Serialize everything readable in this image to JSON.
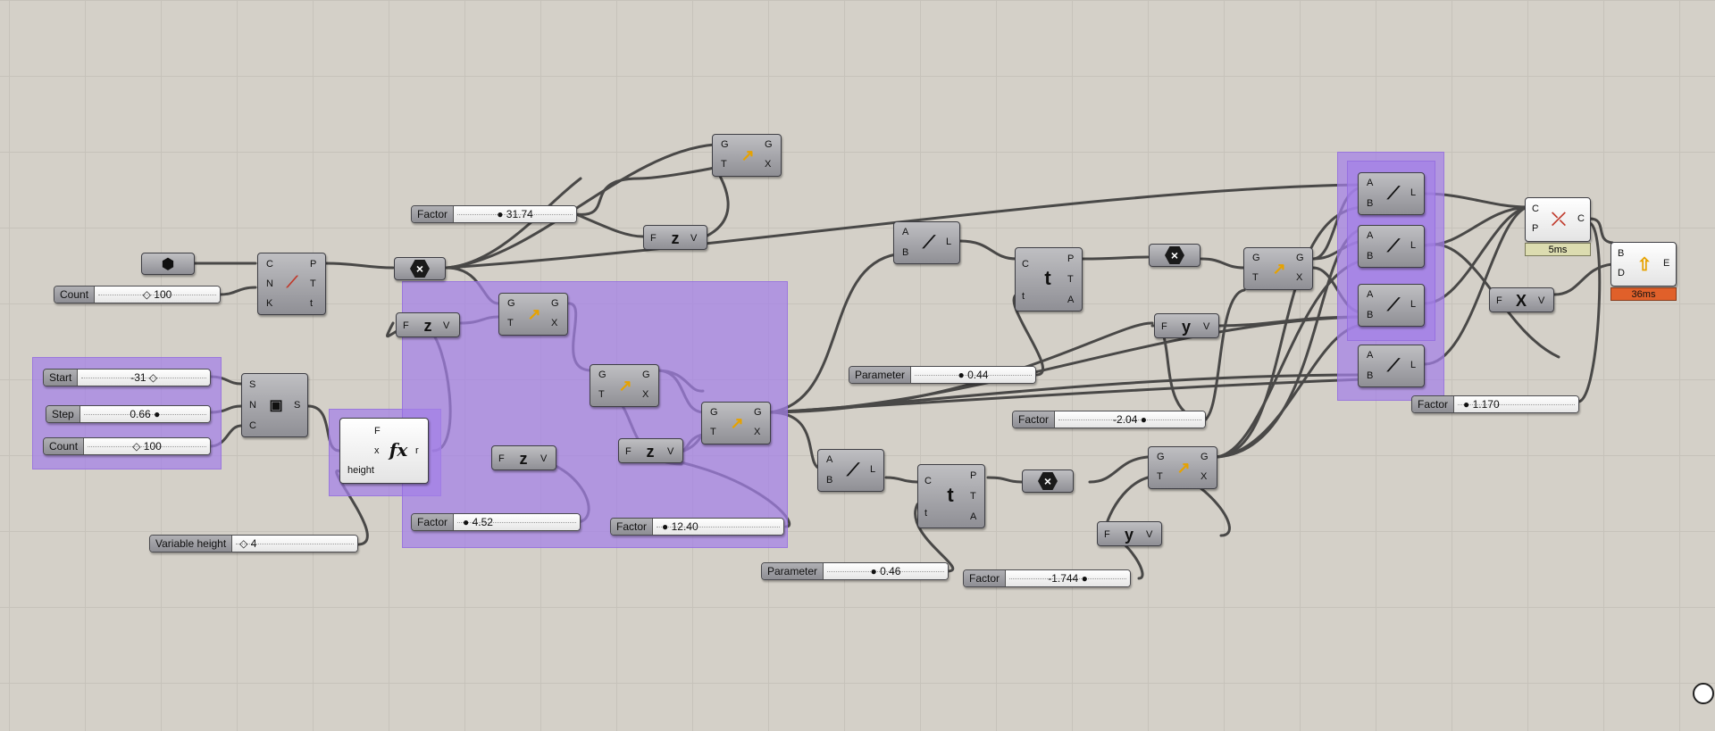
{
  "canvas": {
    "background": "#d4d0c8",
    "group_color": "#a380e8",
    "timer_warn_color": "#e0602a",
    "timer_ok_color": "#dcdcb0"
  },
  "sliders": {
    "count_top": {
      "label": "Count",
      "value": "◇ 100"
    },
    "factor_top": {
      "label": "Factor",
      "value": "● 31.74"
    },
    "start": {
      "label": "Start",
      "value": "-31 ◇"
    },
    "step": {
      "label": "Step",
      "value": "0.66 ●"
    },
    "count_series": {
      "label": "Count",
      "value": "◇ 100"
    },
    "variable_height": {
      "label": "Variable height",
      "value": "◇ 4"
    },
    "factor_a": {
      "label": "Factor",
      "value": "● 4.52"
    },
    "factor_b": {
      "label": "Factor",
      "value": "● 12.40"
    },
    "parameter_a": {
      "label": "Parameter",
      "value": "● 0.44"
    },
    "factor_c": {
      "label": "Factor",
      "value": "-2.04 ●"
    },
    "parameter_b": {
      "label": "Parameter",
      "value": "● 0.46"
    },
    "factor_d": {
      "label": "Factor",
      "value": "-1.744 ●"
    },
    "factor_e": {
      "label": "Factor",
      "value": "● 1.170"
    }
  },
  "components": {
    "curve_in": {
      "icon": "curve-param-icon"
    },
    "divide": {
      "inputs": [
        "C",
        "N",
        "K"
      ],
      "outputs": [
        "P",
        "T",
        "t"
      ]
    },
    "series": {
      "inputs": [
        "S",
        "N",
        "C"
      ],
      "outputs": [
        "S"
      ]
    },
    "expression": {
      "inputs": [
        "F",
        "x",
        "height"
      ],
      "outputs": [
        "r"
      ],
      "symbol": "fx"
    },
    "move_top": {
      "inputs": [
        "G",
        "T"
      ],
      "outputs": [
        "G",
        "X"
      ]
    },
    "unitz_top": {
      "inputs": [
        "F"
      ],
      "outputs": [
        "V"
      ],
      "symbol": "z"
    },
    "unitz_mid": {
      "inputs": [
        "F"
      ],
      "outputs": [
        "V"
      ],
      "symbol": "z"
    },
    "move_a": {
      "inputs": [
        "G",
        "T"
      ],
      "outputs": [
        "G",
        "X"
      ]
    },
    "move_b": {
      "inputs": [
        "G",
        "T"
      ],
      "outputs": [
        "G",
        "X"
      ]
    },
    "move_c": {
      "inputs": [
        "G",
        "T"
      ],
      "outputs": [
        "G",
        "X"
      ]
    },
    "unitz_a": {
      "inputs": [
        "F"
      ],
      "outputs": [
        "V"
      ],
      "symbol": "z"
    },
    "unitz_b": {
      "inputs": [
        "F"
      ],
      "outputs": [
        "V"
      ],
      "symbol": "z"
    },
    "line_a": {
      "inputs": [
        "A",
        "B"
      ],
      "outputs": [
        "L"
      ]
    },
    "line_b": {
      "inputs": [
        "A",
        "B"
      ],
      "outputs": [
        "L"
      ]
    },
    "eval_a": {
      "inputs": [
        "C",
        "t"
      ],
      "outputs": [
        "P",
        "T",
        "A"
      ],
      "symbol": "t"
    },
    "eval_b": {
      "inputs": [
        "C",
        "t"
      ],
      "outputs": [
        "P",
        "T",
        "A"
      ],
      "symbol": "t"
    },
    "move_d": {
      "inputs": [
        "G",
        "T"
      ],
      "outputs": [
        "G",
        "X"
      ]
    },
    "move_e": {
      "inputs": [
        "G",
        "T"
      ],
      "outputs": [
        "G",
        "X"
      ]
    },
    "unity_a": {
      "inputs": [
        "F"
      ],
      "outputs": [
        "V"
      ],
      "symbol": "y"
    },
    "unity_b": {
      "inputs": [
        "F"
      ],
      "outputs": [
        "V"
      ],
      "symbol": "y"
    },
    "line_c": {
      "inputs": [
        "A",
        "B"
      ],
      "outputs": [
        "L"
      ]
    },
    "line_d": {
      "inputs": [
        "A",
        "B"
      ],
      "outputs": [
        "L"
      ]
    },
    "line_e": {
      "inputs": [
        "A",
        "B"
      ],
      "outputs": [
        "L"
      ]
    },
    "line_f": {
      "inputs": [
        "A",
        "B"
      ],
      "outputs": [
        "L"
      ]
    },
    "loft": {
      "inputs": [
        "C",
        "P"
      ],
      "outputs": [
        "C"
      ],
      "timer": "5ms"
    },
    "unitx": {
      "inputs": [
        "F"
      ],
      "outputs": [
        "V"
      ],
      "symbol": "X"
    },
    "extrude": {
      "inputs": [
        "B",
        "D"
      ],
      "outputs": [
        "E"
      ],
      "timer": "36ms"
    }
  }
}
